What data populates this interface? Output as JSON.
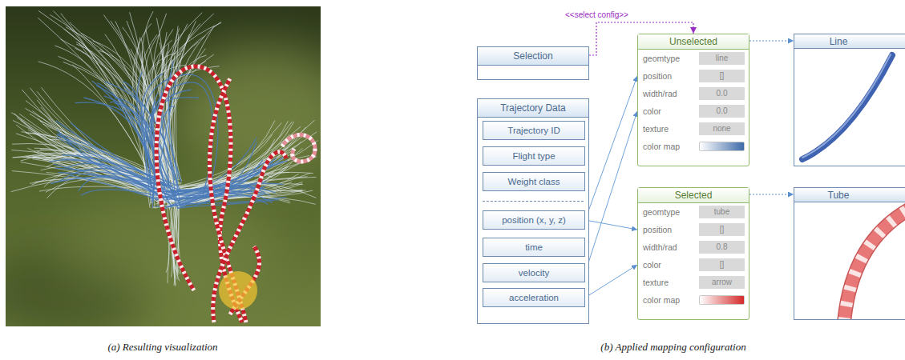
{
  "diagram": {
    "nodes": [
      {
        "text": [
          "Selection"
        ]
      },
      {
        "text": [
          "Trajectory Data"
        ]
      },
      {
        "text": [
          "Trajectory ID"
        ],
        "in": 1
      },
      {
        "text": [
          "Flight type"
        ],
        "in": 1
      },
      {
        "text": [
          "Weight class"
        ],
        "in": 1
      },
      {
        "text": [
          "position (x, y, z)"
        ],
        "in": 1
      },
      {
        "text": [
          "time"
        ],
        "in": 1
      },
      {
        "text": [
          "velocity"
        ],
        "in": 1
      },
      {
        "text": [
          "acceleration"
        ],
        "in": 1
      },
      {
        "text": [
          "Unselected",
          "geomtype",
          "line",
          "position",
          "[]",
          "width/rad",
          "0.0",
          "color",
          "0.0",
          "texture",
          "none",
          "color map"
        ]
      },
      {
        "text": [
          "Selected",
          "geomtype",
          "tube",
          "position",
          "[]",
          "width/rad",
          "0.8",
          "color",
          "[]",
          "texture",
          "arrow",
          "color map"
        ]
      },
      {
        "text": [
          "Line"
        ]
      },
      {
        "text": [
          "Tube"
        ]
      }
    ],
    "edges": [
      {
        "from": 0,
        "to": 9,
        "arrow": "to",
        "label": "<<select config>>"
      },
      {
        "from": 5,
        "to": 9,
        "arrow": "to"
      },
      {
        "from": 7,
        "to": 9,
        "arrow": "to"
      },
      {
        "from": 5,
        "to": 10,
        "arrow": "to"
      },
      {
        "from": 8,
        "to": 10,
        "arrow": "to"
      },
      {
        "from": 9,
        "to": 11,
        "arrow": "to"
      },
      {
        "from": 10,
        "to": 12,
        "arrow": "to"
      }
    ],
    "labels": [
      "(a) Resulting visualization",
      "(b) Applied mapping configuration"
    ]
  }
}
